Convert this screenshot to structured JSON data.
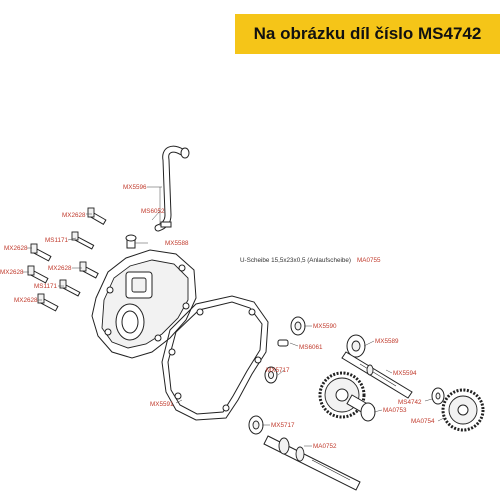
{
  "banner": {
    "text": "Na obrázku díl číslo MS4742"
  },
  "note": {
    "text": "U-Scheibe 15,5x23x0,5 (Anlaufscheibe)",
    "code": "MA0755"
  },
  "labels": {
    "mx5596": "MX5596",
    "ms6052": "MS6052",
    "mx2628a": "MX2628",
    "ms1171a": "MS1171",
    "mx5588": "MX5588",
    "mx2628b": "MX2628",
    "mx2628c": "MX2628",
    "mx2628d": "MX2628",
    "ms1171b": "MS1171",
    "mx2628e": "MX2628",
    "mx5590": "MX5590",
    "mx5589": "MX5589",
    "ms6061": "MS6061",
    "mx5594": "MX5594",
    "mx5717a": "MX5717",
    "ms4742": "MS4742",
    "ma0753": "MA0753",
    "ma0754": "MA0754",
    "mx5591": "MX5591",
    "mx5717b": "MX5717",
    "ma0752": "MA0752"
  },
  "colors": {
    "banner": "#f5c518",
    "label": "#c0392b"
  }
}
